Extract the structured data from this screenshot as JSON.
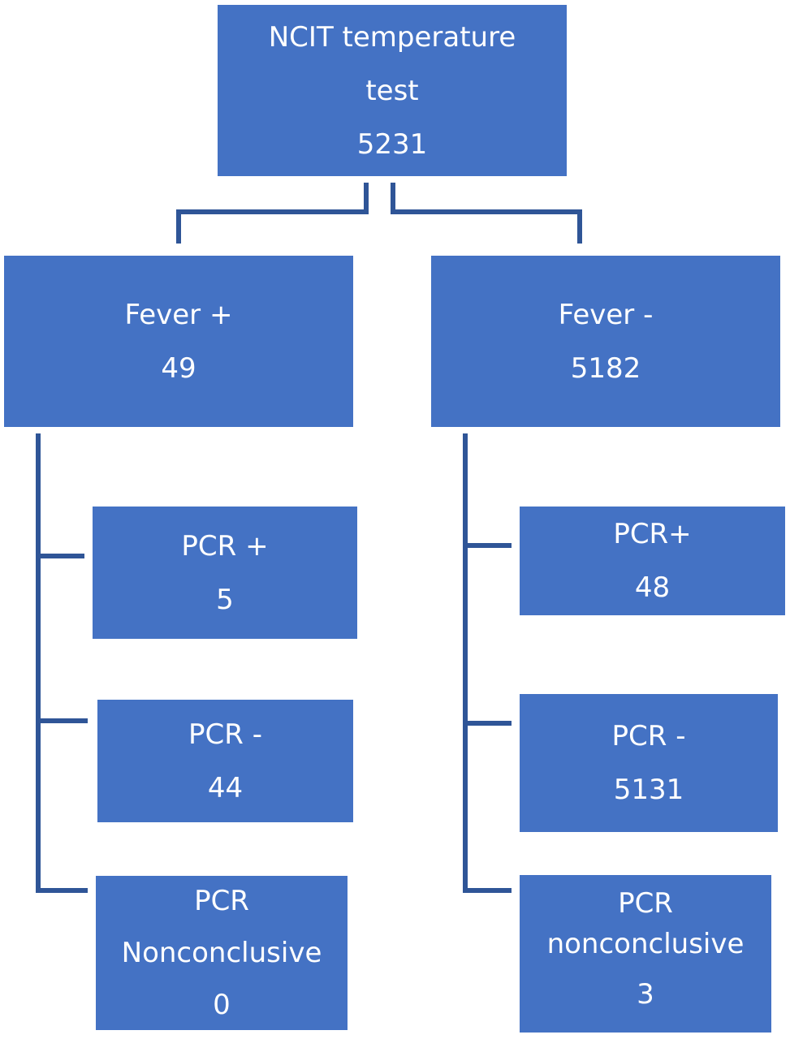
{
  "colors": {
    "box_fill": "#4472c4",
    "box_text": "#ffffff",
    "connector": "#2f5597"
  },
  "root": {
    "label_line1": "NCIT temperature",
    "label_line2": "test",
    "count": "5231"
  },
  "fever_positive": {
    "label": "Fever +",
    "count": "49",
    "children": {
      "pcr_positive": {
        "label": "PCR +",
        "count": "5"
      },
      "pcr_negative": {
        "label": "PCR -",
        "count": "44"
      },
      "pcr_nonconclusive": {
        "label_line1": "PCR",
        "label_line2": "Nonconclusive",
        "count": "0"
      }
    }
  },
  "fever_negative": {
    "label": "Fever -",
    "count": "5182",
    "children": {
      "pcr_positive": {
        "label": "PCR+",
        "count": "48"
      },
      "pcr_negative": {
        "label": "PCR -",
        "count": "5131"
      },
      "pcr_nonconclusive": {
        "label_line1": "PCR",
        "label_line2": "nonconclusive",
        "count": "3"
      }
    }
  }
}
